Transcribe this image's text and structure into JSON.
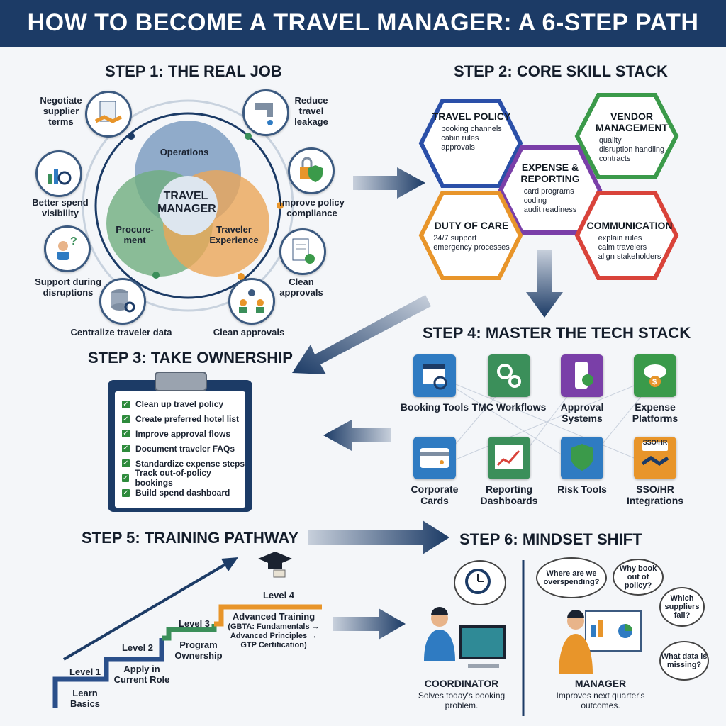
{
  "title": "HOW TO BECOME A TRAVEL MANAGER: A 6-STEP PATH",
  "step1": {
    "heading": "STEP 1: THE REAL JOB",
    "center": "TRAVEL MANAGER",
    "venn": [
      "Operations",
      "Procure-ment",
      "Traveler Experience"
    ],
    "icons": [
      {
        "label": "Negotiate supplier terms",
        "icon": "handshake-icon"
      },
      {
        "label": "Reduce travel leakage",
        "icon": "leaking-faucet-icon"
      },
      {
        "label": "Better spend visibility",
        "icon": "chart-magnifier-icon"
      },
      {
        "label": "Improve policy compliance",
        "icon": "lock-shield-icon"
      },
      {
        "label": "Support during disruptions",
        "icon": "person-question-icon"
      },
      {
        "label": "Clean approvals",
        "icon": "document-check-icon"
      },
      {
        "label": "Centralize traveler data",
        "icon": "database-icon"
      },
      {
        "label": "Clean approvals",
        "icon": "team-icon"
      }
    ]
  },
  "step2": {
    "heading": "STEP 2: CORE SKILL STACK",
    "hexes": [
      {
        "title": "TRAVEL POLICY",
        "items": [
          "booking channels",
          "cabin rules",
          "approvals"
        ],
        "color": "#2a4fa8"
      },
      {
        "title": "VENDOR MANAGEMENT",
        "items": [
          "quality",
          "disruption handling",
          "contracts"
        ],
        "color": "#3b9a4a"
      },
      {
        "title": "EXPENSE & REPORTING",
        "items": [
          "card programs",
          "coding",
          "audit readiness"
        ],
        "color": "#7a3fa8"
      },
      {
        "title": "DUTY OF CARE",
        "items": [
          "24/7 support",
          "emergency processes"
        ],
        "color": "#e8952a"
      },
      {
        "title": "COMMUNICATION",
        "items": [
          "explain rules",
          "calm travelers",
          "align stakeholders"
        ],
        "color": "#d9433a"
      }
    ]
  },
  "step3": {
    "heading": "STEP 3: TAKE OWNERSHIP",
    "checklist": [
      "Clean up travel policy",
      "Create preferred hotel list",
      "Improve approval flows",
      "Document traveler FAQs",
      "Standardize expense steps",
      "Track out-of-policy bookings",
      "Build spend dashboard"
    ]
  },
  "step4": {
    "heading": "STEP 4: MASTER THE TECH STACK",
    "tools": [
      {
        "label": "Booking Tools",
        "icon": "calendar-icon",
        "color": "#2f7bc2"
      },
      {
        "label": "TMC Workflows",
        "icon": "gears-icon",
        "color": "#3b8f5a"
      },
      {
        "label": "Approval Systems",
        "icon": "phone-check-icon",
        "color": "#7a3fa8"
      },
      {
        "label": "Expense Platforms",
        "icon": "cloud-dollar-icon",
        "color": "#3a9a4a"
      },
      {
        "label": "Corporate Cards",
        "icon": "credit-card-icon",
        "color": "#2f7bc2"
      },
      {
        "label": "Reporting Dashboards",
        "icon": "chart-icon",
        "color": "#3b8f5a"
      },
      {
        "label": "Risk Tools",
        "icon": "shield-icon",
        "color": "#2f7bc2"
      },
      {
        "label": "SSO/HR Integrations",
        "icon": "handshake-icon",
        "color": "#e8952a"
      }
    ],
    "sso_tag": "SSO/HR"
  },
  "step5": {
    "heading": "STEP 5: TRAINING PATHWAY",
    "levels": [
      {
        "level": "Level 1",
        "desc": "Learn Basics"
      },
      {
        "level": "Level 2",
        "desc": "Apply in Current Role"
      },
      {
        "level": "Level 3",
        "desc": "Program Ownership"
      },
      {
        "level": "Level 4",
        "desc": "Advanced Training"
      }
    ],
    "advanced_detail": "(GBTA: Fundamentals → Advanced Principles → GTP Certification)"
  },
  "step6": {
    "heading": "STEP 6: MINDSET SHIFT",
    "coordinator": {
      "title": "COORDINATOR",
      "desc": "Solves today's booking problem."
    },
    "manager": {
      "title": "MANAGER",
      "desc": "Improves next quarter's outcomes."
    },
    "questions": [
      "Where are we overspending?",
      "Why book out of policy?",
      "Which suppliers fail?",
      "What data is missing?"
    ]
  }
}
